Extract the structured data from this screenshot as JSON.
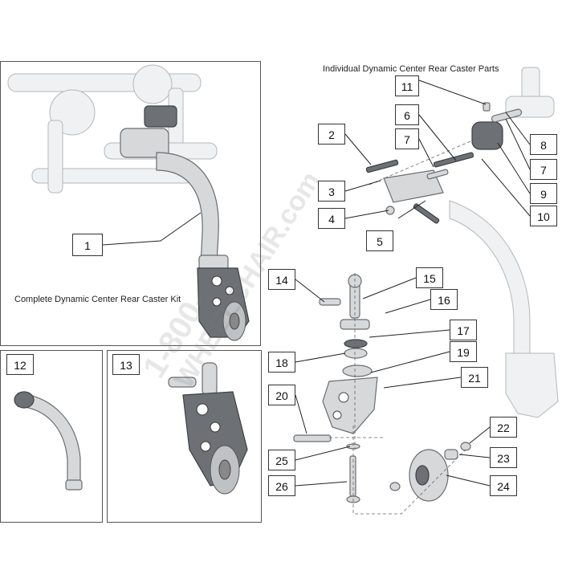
{
  "titles": {
    "individual_parts": "Individual Dynamic Center Rear Caster Parts",
    "complete_kit": "Complete Dynamic Center Rear Caster Kit"
  },
  "watermark": {
    "line1": "1-800-",
    "line2": "WHEELCHAIR.com"
  },
  "callouts": {
    "c1": "1",
    "c2": "2",
    "c3": "3",
    "c4": "4",
    "c5": "5",
    "c6": "6",
    "c7a": "7",
    "c7b": "7",
    "c8": "8",
    "c9": "9",
    "c10": "10",
    "c11": "11",
    "c12": "12",
    "c13": "13",
    "c14": "14",
    "c15": "15",
    "c16": "16",
    "c17": "17",
    "c18": "18",
    "c19": "19",
    "c20": "20",
    "c21": "21",
    "c22": "22",
    "c23": "23",
    "c24": "24",
    "c25": "25",
    "c26": "26"
  }
}
